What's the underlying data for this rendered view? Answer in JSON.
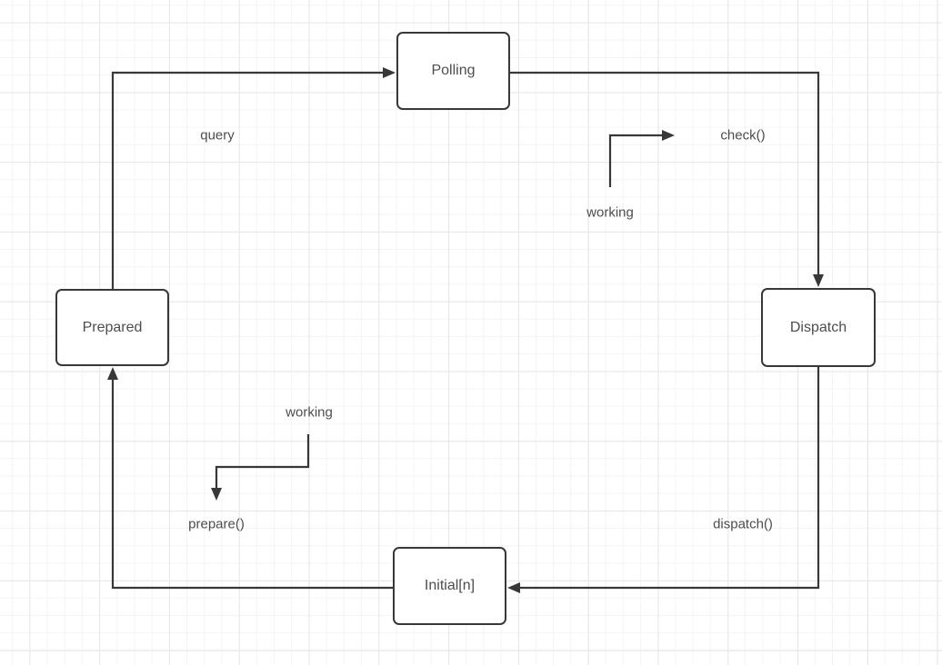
{
  "canvas": {
    "background_color": "#ffffff",
    "grid_minor_color": "#f4f4f4",
    "grid_major_color": "#e7e7e7"
  },
  "diagram": {
    "stroke_color": "#383838",
    "text_color": "#4d4d4d",
    "node_fill": "#ffffff",
    "nodes": {
      "polling": {
        "label": "Polling"
      },
      "dispatch": {
        "label": "Dispatch"
      },
      "prepared": {
        "label": "Prepared"
      },
      "initial": {
        "label": "Initial[n]"
      }
    },
    "edge_labels": {
      "query": "query",
      "check": "check()",
      "working_top": "working",
      "working_bottom": "working",
      "prepare": "prepare()",
      "dispatch": "dispatch()"
    }
  }
}
